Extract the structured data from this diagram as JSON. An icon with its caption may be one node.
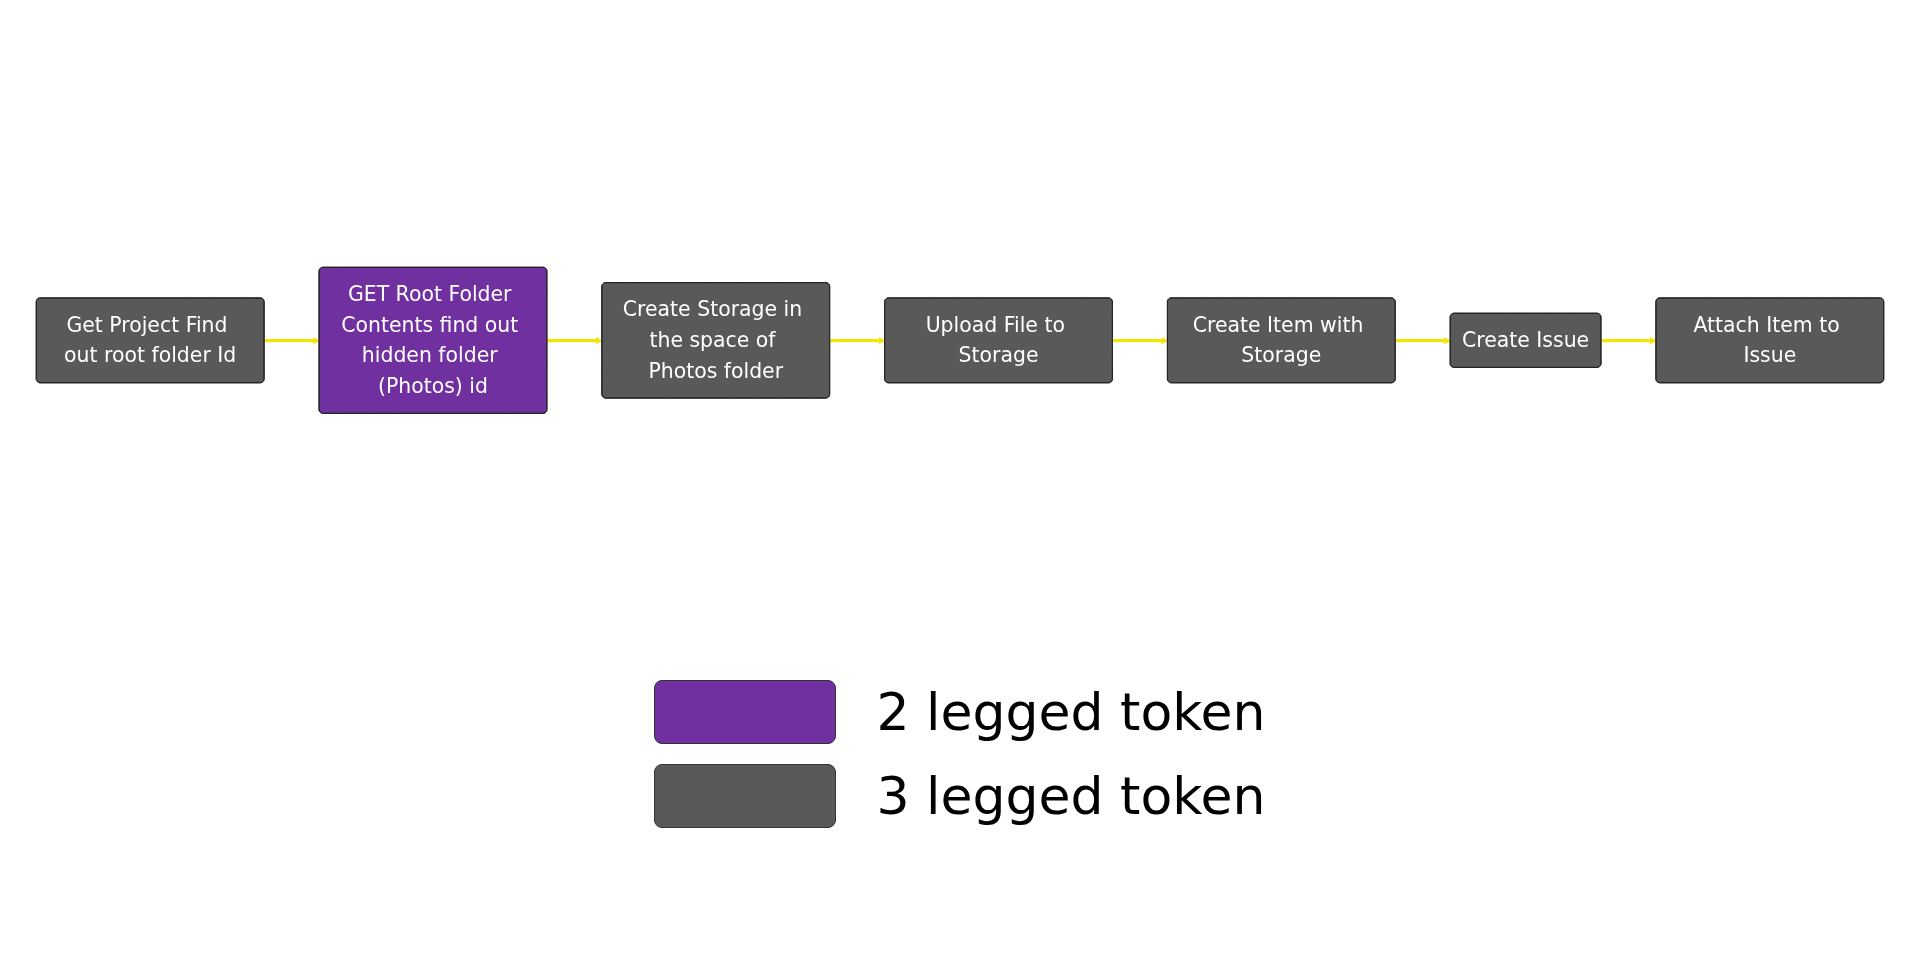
{
  "diagram": {
    "nodes": [
      {
        "text": [
          "Get Project Find out root folder Id"
        ]
      },
      {
        "text": [
          "GET Root Folder Contents find out hidden folder (Photos) id"
        ]
      },
      {
        "text": [
          "Create Storage in the space of Photos folder"
        ]
      },
      {
        "text": [
          "Upload File to Storage"
        ]
      },
      {
        "text": [
          "Create Item with Storage"
        ]
      },
      {
        "text": [
          "Create Issue"
        ]
      },
      {
        "text": [
          "Attach Item to Issue"
        ]
      }
    ],
    "edges": [
      {
        "from": 0,
        "to": 1,
        "arrow": "to"
      },
      {
        "from": 1,
        "to": 2,
        "arrow": "to"
      },
      {
        "from": 2,
        "to": 3,
        "arrow": "to"
      },
      {
        "from": 3,
        "to": 4,
        "arrow": "to"
      },
      {
        "from": 4,
        "to": 5,
        "arrow": "to"
      },
      {
        "from": 5,
        "to": 6,
        "arrow": "to"
      }
    ],
    "legend": [
      {
        "text": "2 legged token",
        "color": "#7030a0"
      },
      {
        "text": "3 legged token",
        "color": "#595959"
      }
    ]
  }
}
